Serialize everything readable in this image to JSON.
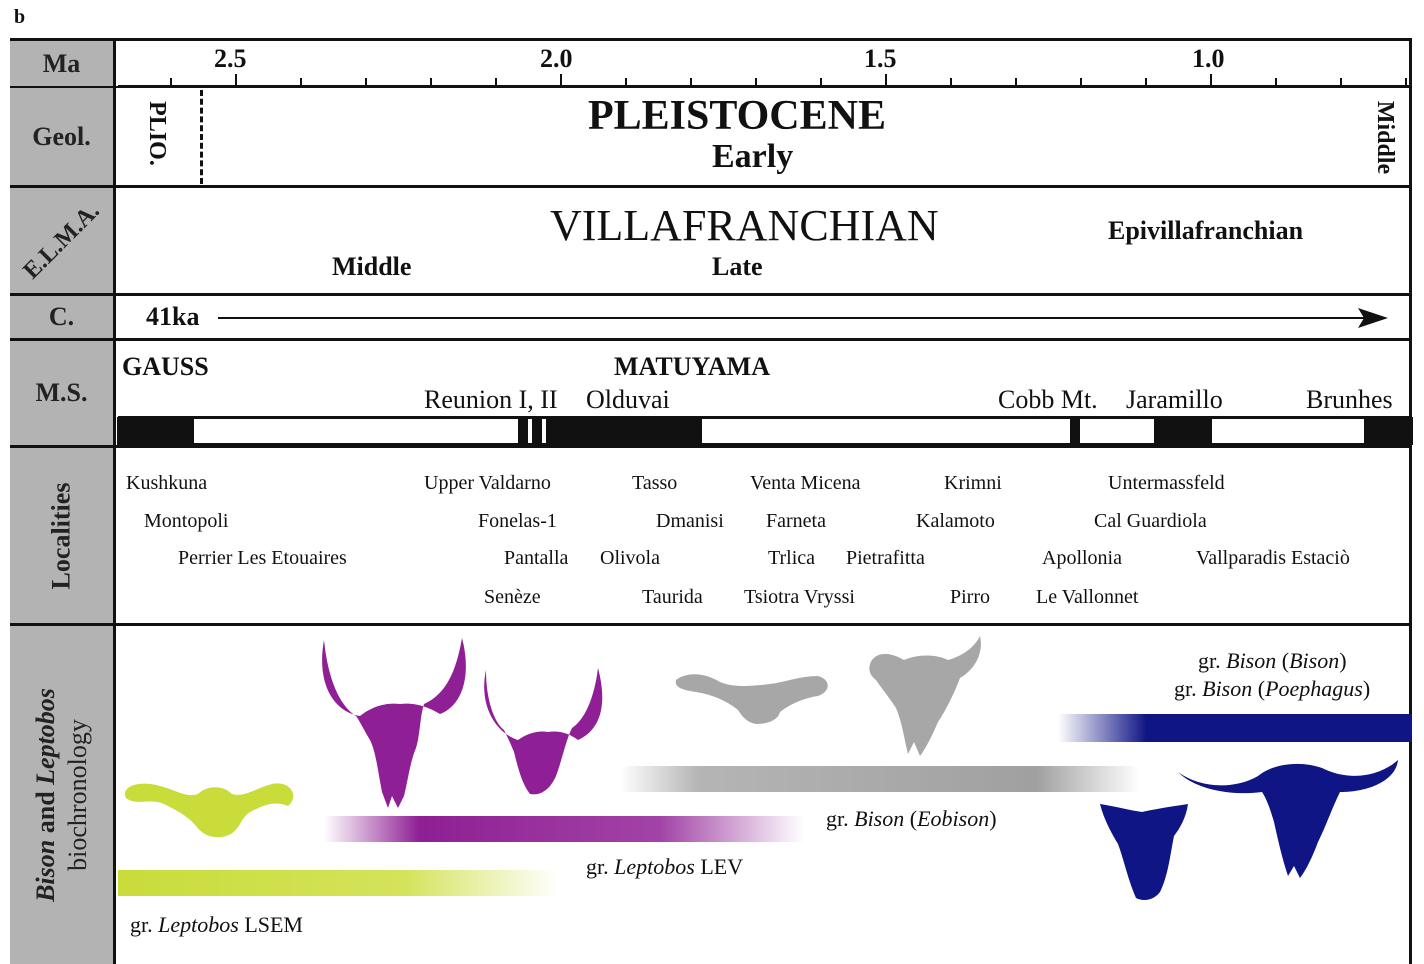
{
  "panel_label": "b",
  "rows": {
    "ma": "Ma",
    "geol": "Geol.",
    "elma": "E.L.M.A.",
    "c": "C.",
    "ms": "M.S.",
    "localities": "Localities",
    "bio_part1": "Bison",
    "bio_part2": " and ",
    "bio_part3": "Leptobos",
    "bio_part4": "biochronology"
  },
  "ma_ticks": [
    "2.5",
    "2.0",
    "1.5",
    "1.0"
  ],
  "geol": {
    "plio": "PLIO.",
    "pleistocene": "PLEISTOCENE",
    "early": "Early",
    "middle": "Middle"
  },
  "elma": {
    "villafranchian": "VILLAFRANCHIAN",
    "middle": "Middle",
    "late": "Late",
    "epivillafranchian": "Epivillafranchian"
  },
  "cycles": {
    "label": "41ka"
  },
  "ms": {
    "gauss": "GAUSS",
    "matuyama": "MATUYAMA",
    "reunion": "Reunion I, II",
    "olduvai": "Olduvai",
    "cobb": "Cobb Mt.",
    "jaramillo": "Jaramillo",
    "brunhes": "Brunhes"
  },
  "localities": [
    "Kushkuna",
    "Upper Valdarno",
    "Tasso",
    "Venta Micena",
    "Krimni",
    "Untermassfeld",
    "Montopoli",
    "Fonelas-1",
    "Dmanisi",
    "Farneta",
    "Kalamoto",
    "Cal Guardiola",
    "Perrier Les Etouaires",
    "Pantalla",
    "Olivola",
    "Trlica",
    "Pietrafitta",
    "Apollonia",
    "Vallparadis Estaciò",
    "Senèze",
    "Taurida",
    "Tsiotra Vryssi",
    "Pirro",
    "Le Vallonnet"
  ],
  "bio": {
    "lsem_pre": "gr. ",
    "lsem_genus": "Leptobos",
    "lsem_post": " LSEM",
    "lev_pre": "gr. ",
    "lev_genus": "Leptobos",
    "lev_post": " LEV",
    "eob_pre": "gr. ",
    "eob_genus": "Bison",
    "eob_post1": " (",
    "eob_sub": "Eobison",
    "eob_post2": ")",
    "bb_pre": "gr. ",
    "bb_genus": "Bison",
    "bb_post1": " (",
    "bb_sub": "Bison",
    "bb_post2": ")",
    "bp_pre": "gr. ",
    "bp_genus": "Bison",
    "bp_post1": " (",
    "bp_sub": "Poephagus",
    "bp_post2": ")"
  },
  "colors": {
    "row_label_bg": "#b3b3b3",
    "lsem": "#c9dc3a",
    "lev": "#8e1f94",
    "eobison": "#a7a7a7",
    "bison": "#101585"
  }
}
